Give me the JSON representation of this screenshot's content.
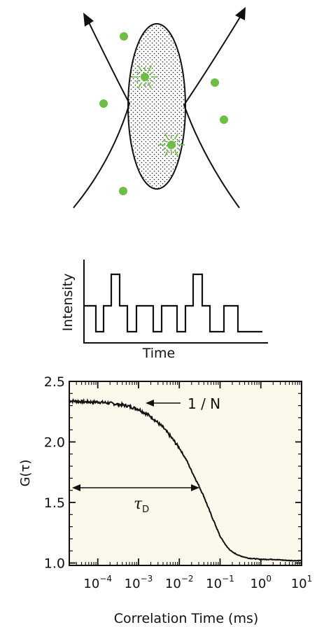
{
  "focus_diagram": {
    "molecule_color": "#6fbe44",
    "sparkle_color": "#6fbe44"
  },
  "intensity_trace": {
    "ylabel": "Intensity",
    "xlabel": "Time"
  },
  "chart_data": {
    "type": "line",
    "ylabel": "G(τ)",
    "xlabel": "Correlation Time (ms)",
    "x_scale": "log",
    "xlim": [
      2e-05,
      10
    ],
    "ylim": [
      0.98,
      2.5
    ],
    "y_ticks": [
      1.0,
      1.5,
      2.0,
      2.5
    ],
    "y_tick_labels": [
      "1.0",
      "1.5",
      "2.0",
      "2.5"
    ],
    "x_ticks": [
      0.0001,
      0.001,
      0.01,
      0.1,
      1,
      10
    ],
    "x_tick_labels": [
      {
        "base": "10",
        "exp": "−4"
      },
      {
        "base": "10",
        "exp": "−3"
      },
      {
        "base": "10",
        "exp": "−2"
      },
      {
        "base": "10",
        "exp": "−1"
      },
      {
        "base": "10",
        "exp": "0"
      },
      {
        "base": "10",
        "exp": "1"
      }
    ],
    "background": "#fdf8ec",
    "series": [
      {
        "x": [
          2e-05,
          5e-05,
          0.0001,
          0.0002,
          0.0005,
          0.001,
          0.002,
          0.004,
          0.007,
          0.01,
          0.015,
          0.02,
          0.03,
          0.04,
          0.06,
          0.08,
          0.1,
          0.15,
          0.2,
          0.3,
          0.5,
          1,
          2,
          5,
          10
        ],
        "y": [
          2.34,
          2.33,
          2.33,
          2.32,
          2.3,
          2.27,
          2.21,
          2.12,
          2.02,
          1.95,
          1.85,
          1.76,
          1.64,
          1.55,
          1.4,
          1.3,
          1.22,
          1.13,
          1.09,
          1.06,
          1.04,
          1.03,
          1.03,
          1.02,
          1.02
        ]
      }
    ],
    "annotations": {
      "amplitude_label": "1 / N",
      "timescale_label": "τ",
      "timescale_subscript": "D"
    }
  }
}
